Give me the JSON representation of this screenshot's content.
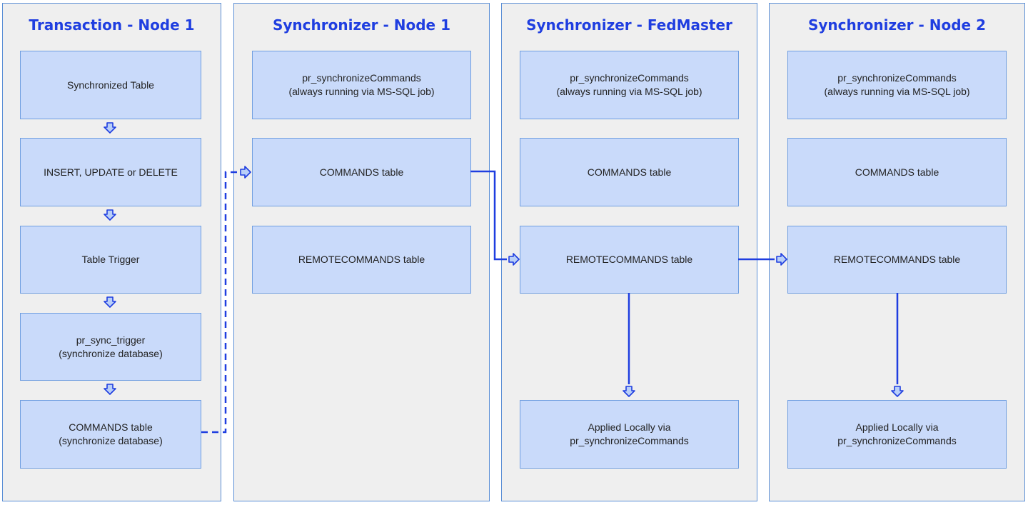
{
  "colors": {
    "lane_fill": "#efefef",
    "lane_border": "#5b8fd6",
    "title_text": "#1f3ee0",
    "node_fill": "#c9dafa",
    "node_border": "#6f9ee0",
    "connector": "#1f3ee0",
    "arrow_fill": "#b9cff8"
  },
  "lanes": [
    {
      "title": "Transaction - Node 1",
      "nodes": [
        "Synchronized Table",
        "INSERT, UPDATE or DELETE",
        "Table Trigger",
        "pr_sync_trigger\n(synchronize database)",
        "COMMANDS table\n(synchronize database)"
      ]
    },
    {
      "title": "Synchronizer - Node 1",
      "nodes": [
        "pr_synchronizeCommands\n(always running via MS-SQL job)",
        "COMMANDS table",
        "REMOTECOMMANDS table"
      ]
    },
    {
      "title": "Synchronizer - FedMaster",
      "nodes": [
        "pr_synchronizeCommands\n(always running via MS-SQL job)",
        "COMMANDS table",
        "REMOTECOMMANDS table",
        "Applied Locally via\npr_synchronizeCommands"
      ]
    },
    {
      "title": "Synchronizer - Node 2",
      "nodes": [
        "pr_synchronizeCommands\n(always running via MS-SQL job)",
        "COMMANDS table",
        "REMOTECOMMANDS table",
        "Applied Locally via\npr_synchronizeCommands"
      ]
    }
  ]
}
